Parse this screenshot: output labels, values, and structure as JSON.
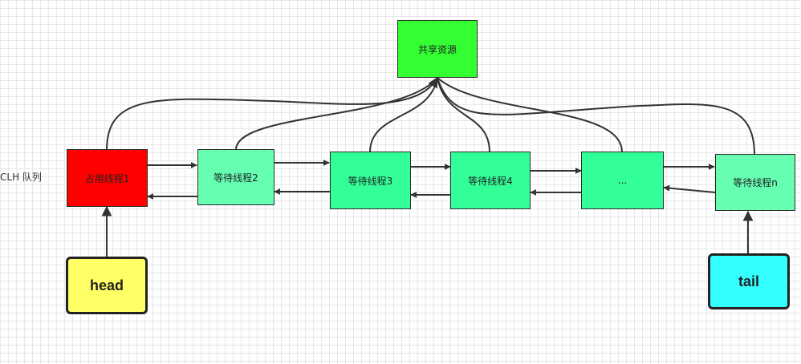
{
  "queue_label": "CLH 队列",
  "shared_resource": {
    "label": "共享资源",
    "color": "#33ff33"
  },
  "nodes": [
    {
      "label": "占用线程1",
      "color": "#ff0000"
    },
    {
      "label": "等待线程2",
      "color": "#66ffb2"
    },
    {
      "label": "等待线程3",
      "color": "#33ff99"
    },
    {
      "label": "等待线程4",
      "color": "#33ff99"
    },
    {
      "label": "...",
      "color": "#33ff99"
    },
    {
      "label": "等待线程n",
      "color": "#66ffb2"
    }
  ],
  "head": {
    "label": "head",
    "color": "#ffff66"
  },
  "tail": {
    "label": "tail",
    "color": "#33ffff"
  }
}
